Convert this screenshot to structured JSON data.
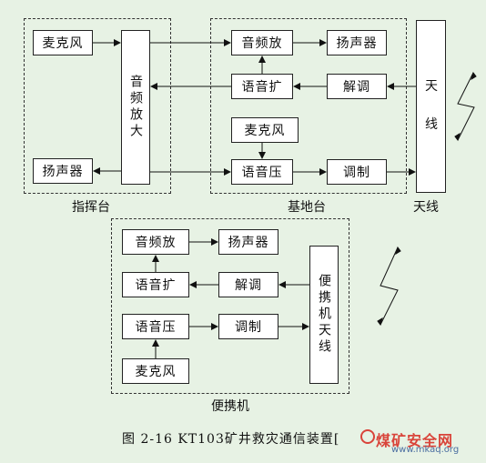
{
  "groups": {
    "command": "指挥台",
    "base": "基地台",
    "antenna": "天线",
    "portable": "便携机"
  },
  "command": {
    "mic": "麦克风",
    "speaker": "扬声器",
    "amp": "音频放大"
  },
  "base": {
    "audio_amp": "音频放",
    "speaker": "扬声器",
    "expander": "语音扩",
    "demod": "解调",
    "mic": "麦克风",
    "compressor": "语音压",
    "mod": "调制"
  },
  "antenna": {
    "label": "天线"
  },
  "portable": {
    "audio_amp": "音频放",
    "speaker": "扬声器",
    "expander": "语音扩",
    "demod": "解调",
    "compressor": "语音压",
    "mod": "调制",
    "mic": "麦克风",
    "antenna": "便携机天线"
  },
  "figure": {
    "caption": "图 2-16   KT103矿井救灾通信装置[",
    "watermark": "煤矿安全网",
    "watermark_url": "www.mkaq.org"
  }
}
